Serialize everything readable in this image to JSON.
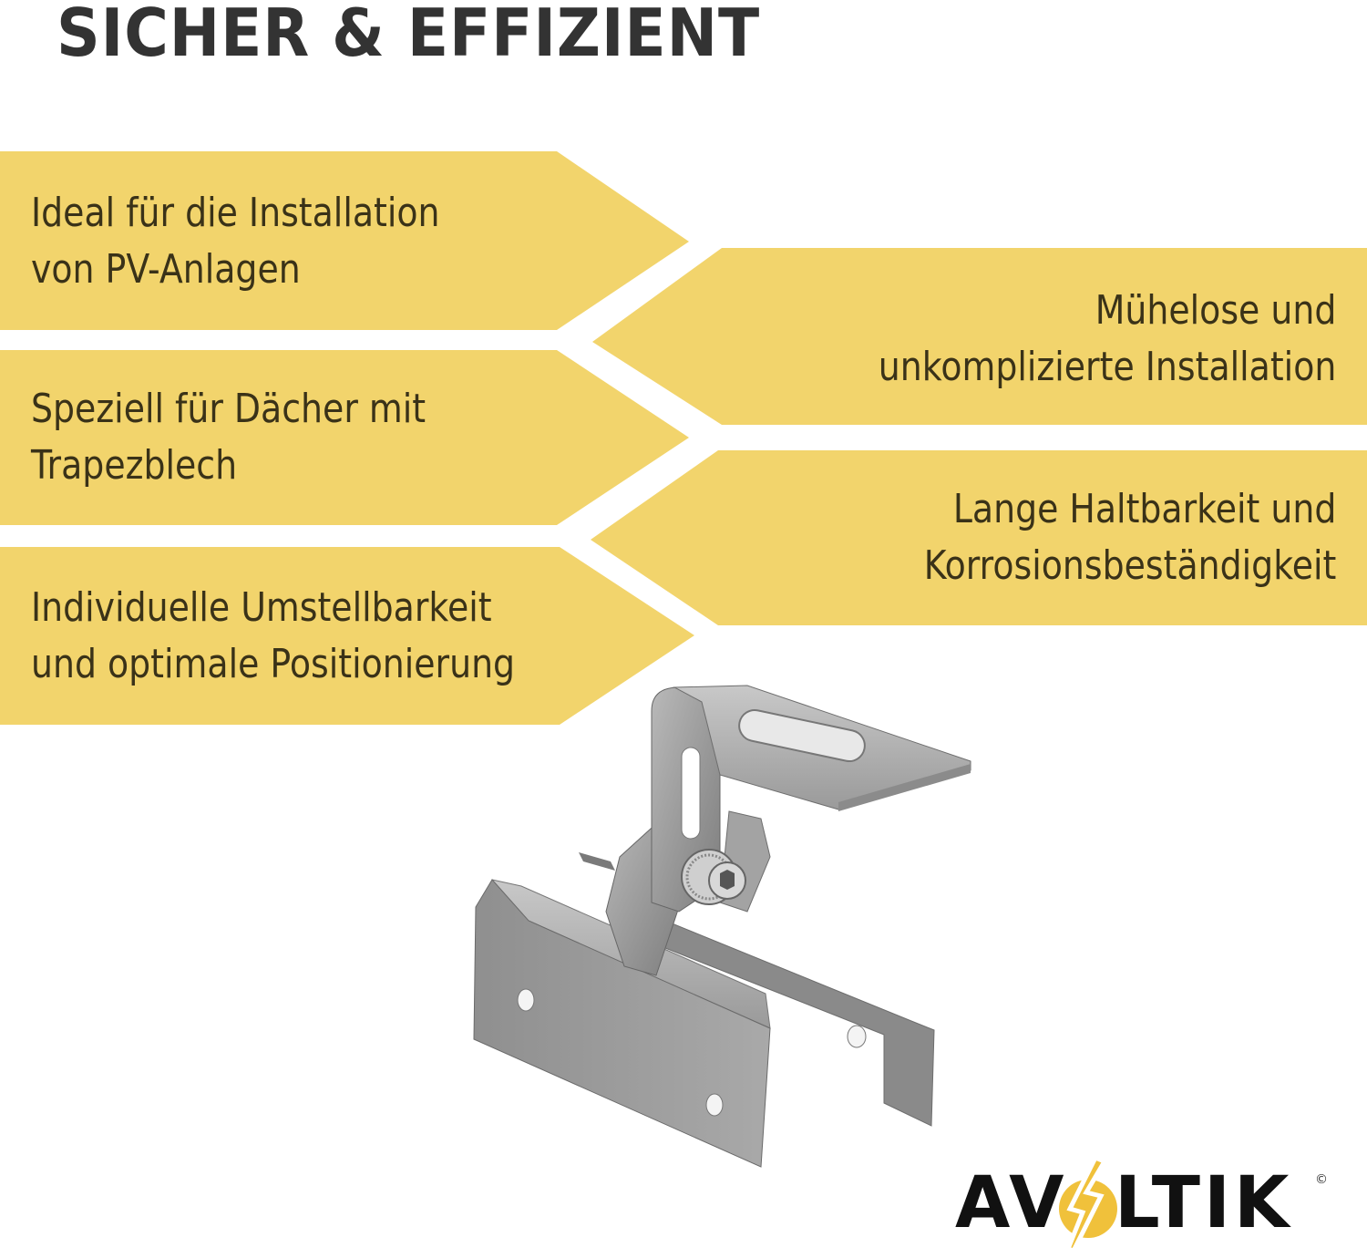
{
  "header": {
    "title": "SICHER & EFFIZIENT"
  },
  "features": {
    "left": [
      {
        "text": "Ideal für die Installation\nvon PV-Anlagen"
      },
      {
        "text": "Speziell für Dächer mit\nTrapezblech"
      },
      {
        "text": "Individuelle Umstellbarkeit\nund optimale Positionierung"
      }
    ],
    "right": [
      {
        "text": "Mühelose und\nunkomplizierte Installation"
      },
      {
        "text": "Lange Haltbarkeit und\nKorrosionsbeständigkeit"
      }
    ]
  },
  "product": {
    "icon": "trapezoidal-roof-hook-bracket"
  },
  "brand": {
    "name_part1": "AV",
    "name_part2": "LTIK",
    "copyright": "©",
    "icon": "lightning-bolt-o"
  },
  "colors": {
    "banner": "#f2d46c",
    "title": "#333333",
    "text": "#3a3218",
    "logo_text": "#111111",
    "logo_accent": "#f0c13b"
  }
}
